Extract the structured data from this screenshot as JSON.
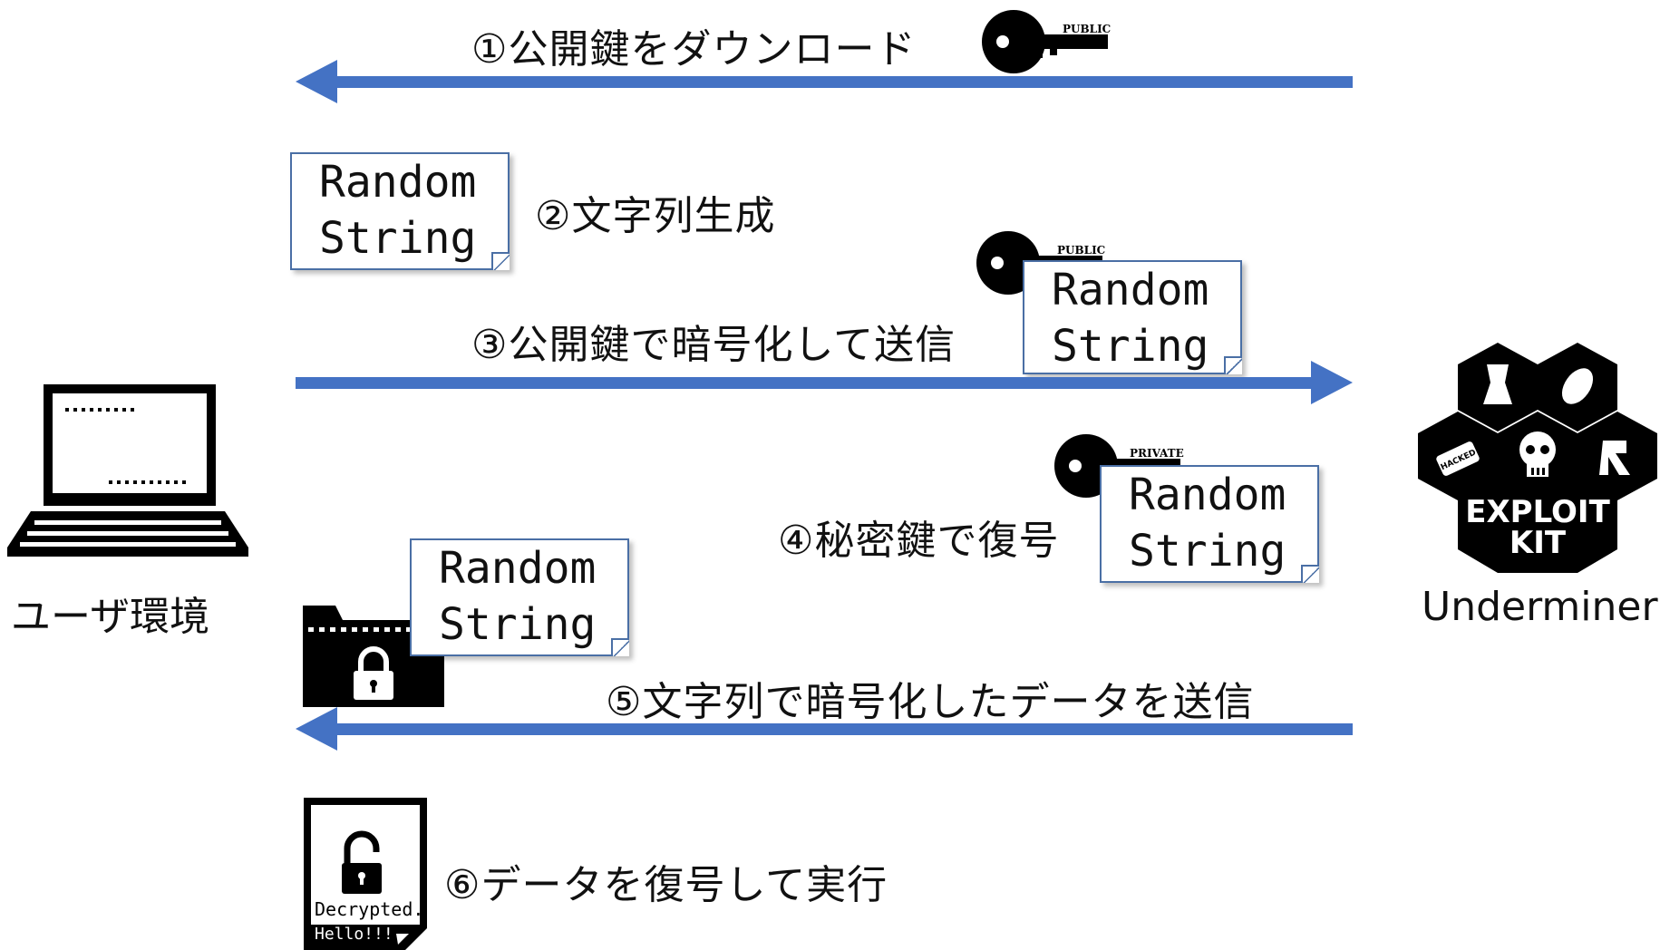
{
  "steps": {
    "s1": "①公開鍵をダウンロード",
    "s2": "②文字列生成",
    "s3": "③公開鍵で暗号化して送信",
    "s4": "④秘密鍵で復号",
    "s5": "⑤文字列で暗号化したデータを送信",
    "s6": "⑥データを復号して実行"
  },
  "actors": {
    "user": "ユーザ環境",
    "server": "Underminer",
    "kit_line1": "EXPLOIT",
    "kit_line2": "KIT",
    "hacked_badge": "HACKED"
  },
  "note": {
    "line1": "Random",
    "line2": "String"
  },
  "keys": {
    "public": "PUBLIC",
    "private": "PRIVATE"
  },
  "decrypted_file": {
    "line1": "Decrypted.",
    "line2": "Hello!!!"
  },
  "colors": {
    "arrow": "#4472c4",
    "note_border": "#4a6fa5",
    "icon": "#000000"
  },
  "icons": {
    "laptop": "laptop-icon",
    "key": "key-icon",
    "folder": "locked-folder-icon",
    "file": "unlocked-file-icon",
    "kit": "exploit-kit-icon"
  }
}
